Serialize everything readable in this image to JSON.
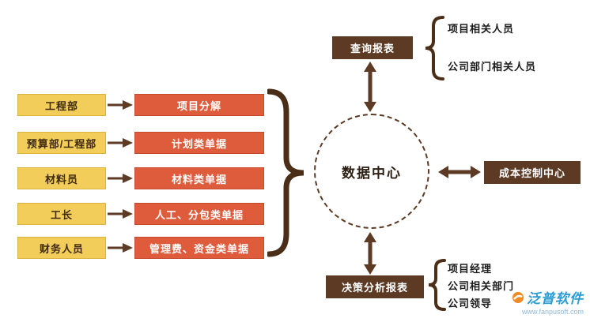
{
  "rows": [
    {
      "role": "工程部",
      "doc": "项目分解"
    },
    {
      "role": "预算部/工程部",
      "doc": "计划类单据"
    },
    {
      "role": "材料员",
      "doc": "材料类单据"
    },
    {
      "role": "工长",
      "doc": "人工、分包类单据"
    },
    {
      "role": "财务人员",
      "doc": "管理费、资金类单据"
    }
  ],
  "center": {
    "label": "数据中心"
  },
  "top_box": {
    "label": "查询报表",
    "items": [
      "项目相关人员",
      "公司部门相关人员"
    ]
  },
  "right_box": {
    "label": "成本控制中心"
  },
  "bottom_box": {
    "label": "决策分析报表",
    "items": [
      "项目经理",
      "公司相关部门",
      "公司领导"
    ]
  },
  "watermark": {
    "brand": "泛普软件",
    "url": "www.fanpusoft.com"
  },
  "colors": {
    "role_yellow": "#F2CD5A",
    "doc_orange": "#DE5B3B",
    "box_brown": "#5C3A24",
    "brand_blue": "#2A9BD5"
  }
}
